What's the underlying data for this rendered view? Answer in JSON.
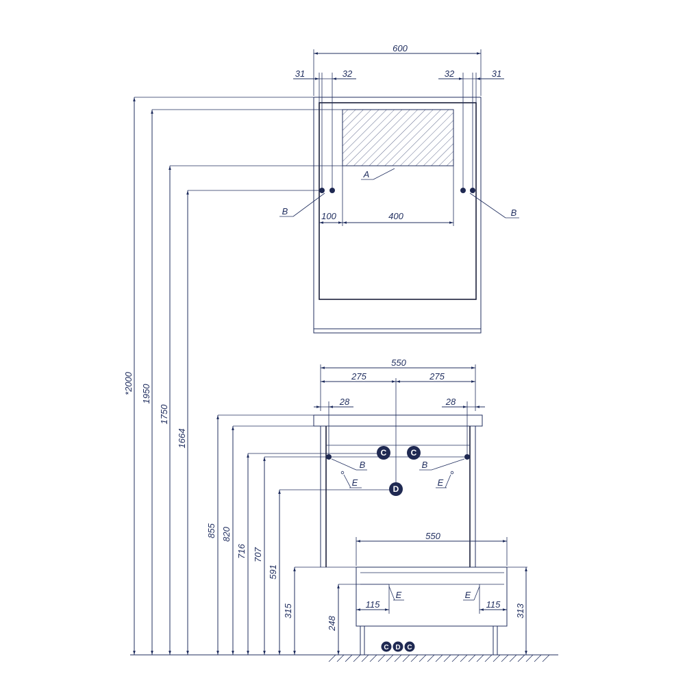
{
  "top_view": {
    "dims": {
      "overall_width": "600",
      "left_edge": "31",
      "left_inner": "32",
      "right_inner": "32",
      "right_edge": "31",
      "offset_100": "100",
      "span_400": "400"
    },
    "callouts": {
      "mirror": "A",
      "hole_left": "B",
      "hole_right": "B"
    }
  },
  "heights": {
    "h2000": "*2000",
    "h1950": "1950",
    "h1750": "1750",
    "h1664": "1664",
    "h855": "855",
    "h820": "820",
    "h716": "716",
    "h707": "707",
    "h591": "591",
    "h315": "315",
    "h248": "248",
    "h313": "313"
  },
  "bottom_view": {
    "dims": {
      "width_550": "550",
      "half_left": "275",
      "half_right": "275",
      "inset_left": "28",
      "inset_right": "28",
      "cabinet_width": "550",
      "offset_left_115": "115",
      "offset_right_115": "115"
    },
    "callouts": {
      "b_left": "B",
      "b_right": "B",
      "e_left": "E",
      "e_right": "E",
      "e_low_left": "E",
      "e_low_right": "E"
    },
    "markers": {
      "c1": "C",
      "c2": "C",
      "d1": "D",
      "floor_c1": "C",
      "floor_d": "D",
      "floor_c2": "C"
    }
  },
  "colors": {
    "line": "#1f2d5e",
    "marker_fill": "#1f2952"
  }
}
